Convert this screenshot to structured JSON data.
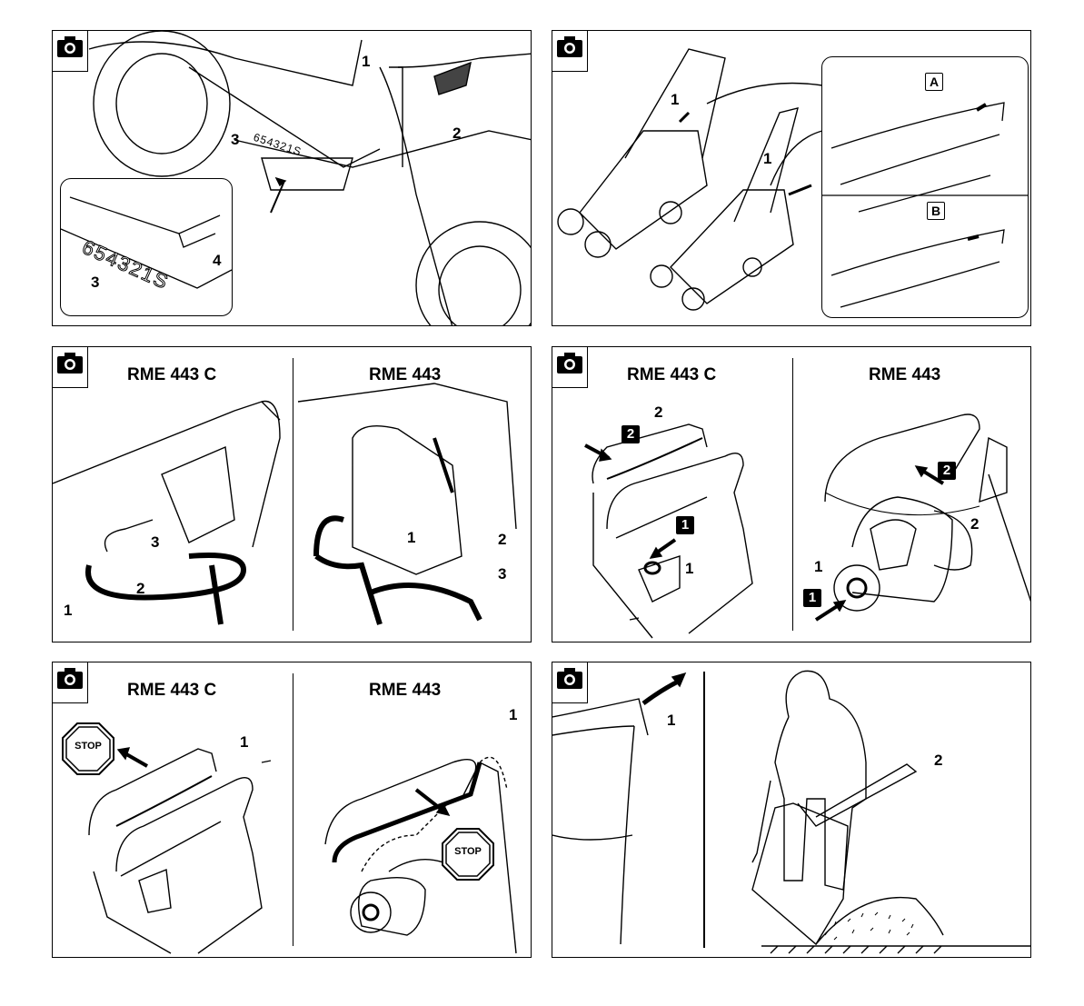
{
  "icons": {
    "camera": "camera-icon",
    "stop": "stop-sign-icon",
    "arrow": "arrow-icon"
  },
  "panel1": {
    "l1": "1",
    "l2": "2",
    "l3": "3",
    "l3b": "3",
    "l4": "4",
    "scale": "654321S"
  },
  "panel2": {
    "l1a": "1",
    "l1b": "1",
    "boxA": "A",
    "boxB": "B"
  },
  "panel3": {
    "left_title": "RME 443 C",
    "right_title": "RME 443",
    "left": {
      "l1": "1",
      "l2": "2",
      "l3": "3"
    },
    "right": {
      "l1": "1",
      "l2": "2",
      "l3": "3"
    }
  },
  "panel4": {
    "left_title": "RME 443 C",
    "right_title": "RME 443",
    "left": {
      "l1": "1",
      "l2": "2",
      "b1": "1",
      "b2": "2"
    },
    "right": {
      "l1": "1",
      "l2": "2",
      "b1": "1",
      "b2": "2"
    }
  },
  "panel5": {
    "left_title": "RME 443 C",
    "right_title": "RME 443",
    "left": {
      "l1": "1",
      "stop": "STOP"
    },
    "right": {
      "l1": "1",
      "stop": "STOP"
    }
  },
  "panel6": {
    "l1": "1",
    "l2": "2"
  }
}
